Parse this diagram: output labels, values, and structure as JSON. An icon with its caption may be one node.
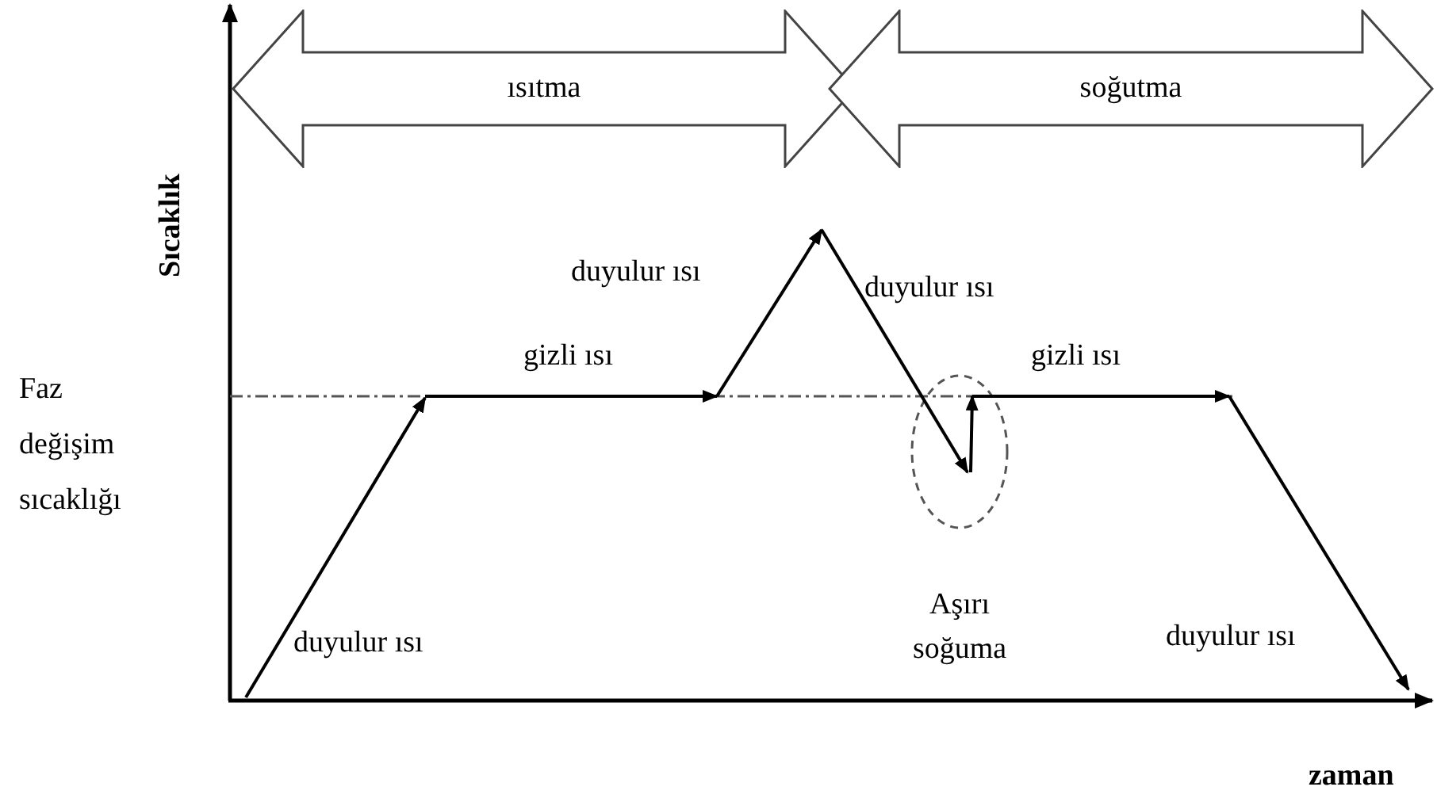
{
  "diagram": {
    "nodes": [
      {
        "text": [
          "ısıtma"
        ]
      },
      {
        "text": [
          "soğutma"
        ]
      }
    ],
    "labels": [
      "Sıcaklık",
      "duyulur ısı",
      "gizli ısı",
      "duyulur ısı",
      "Faz değişim sıcaklığı",
      "gizli ısı",
      "Aşırı soğuma",
      "duyulur ısı",
      "duyulur ısı",
      "zaman"
    ]
  }
}
